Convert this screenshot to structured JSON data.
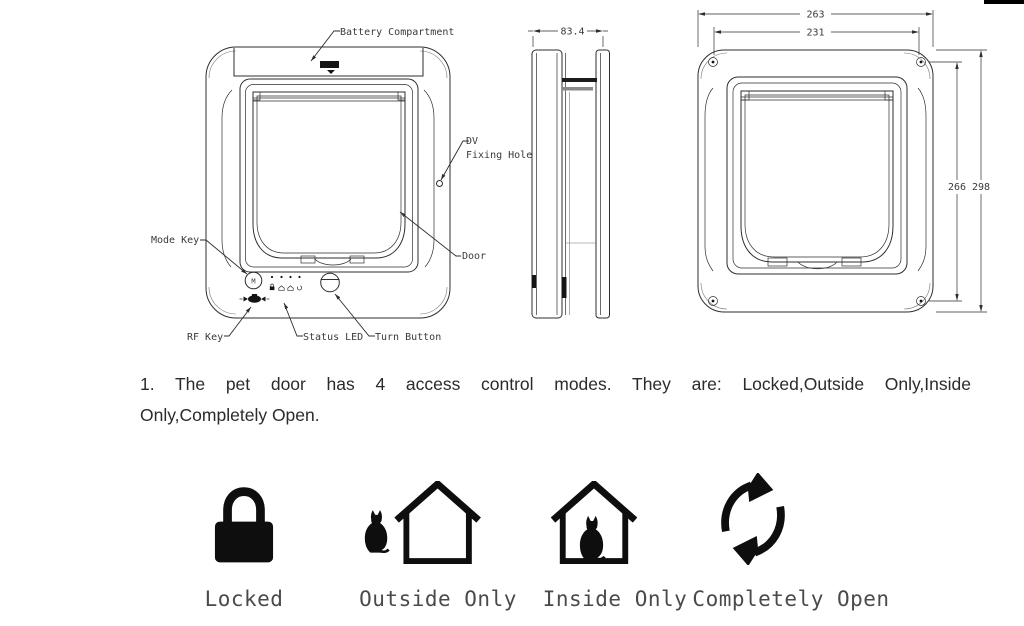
{
  "figures": {
    "front": {
      "labels": {
        "battery": "Battery Compartment",
        "fixing_hole_diameter": "DV",
        "fixing_hole": "Fixing Hole",
        "mode_key": "Mode Key",
        "mode_key_letter": "M",
        "door": "Door",
        "rf_key": "RF Key",
        "status_led": "Status LED",
        "turn_button": "Turn Button"
      }
    },
    "side": {
      "dimensions": {
        "depth": "83.4"
      }
    },
    "back": {
      "dimensions": {
        "outer_width": "263",
        "fixing_hole_width": "231",
        "fixing_hole_height": "266",
        "outer_height": "298"
      }
    }
  },
  "instruction": {
    "line1": "1. The pet door has 4 access control modes. They are: Locked,Outside Only,Inside",
    "line2": "Only,Completely Open."
  },
  "modes": [
    {
      "label": "Locked",
      "icon": "padlock-icon"
    },
    {
      "label": "Outside Only",
      "icon": "cat-outside-house-icon"
    },
    {
      "label": "Inside Only",
      "icon": "cat-inside-house-icon"
    },
    {
      "label": "Completely Open",
      "icon": "cycle-arrows-icon"
    }
  ],
  "colors": {
    "line": "#2e2e2e",
    "cad_text": "#3a3a3a",
    "body_text": "#2b2b2b",
    "icon": "#0e0e0e",
    "mode_label": "#4a4a4a",
    "accent_bar": "#000000"
  }
}
